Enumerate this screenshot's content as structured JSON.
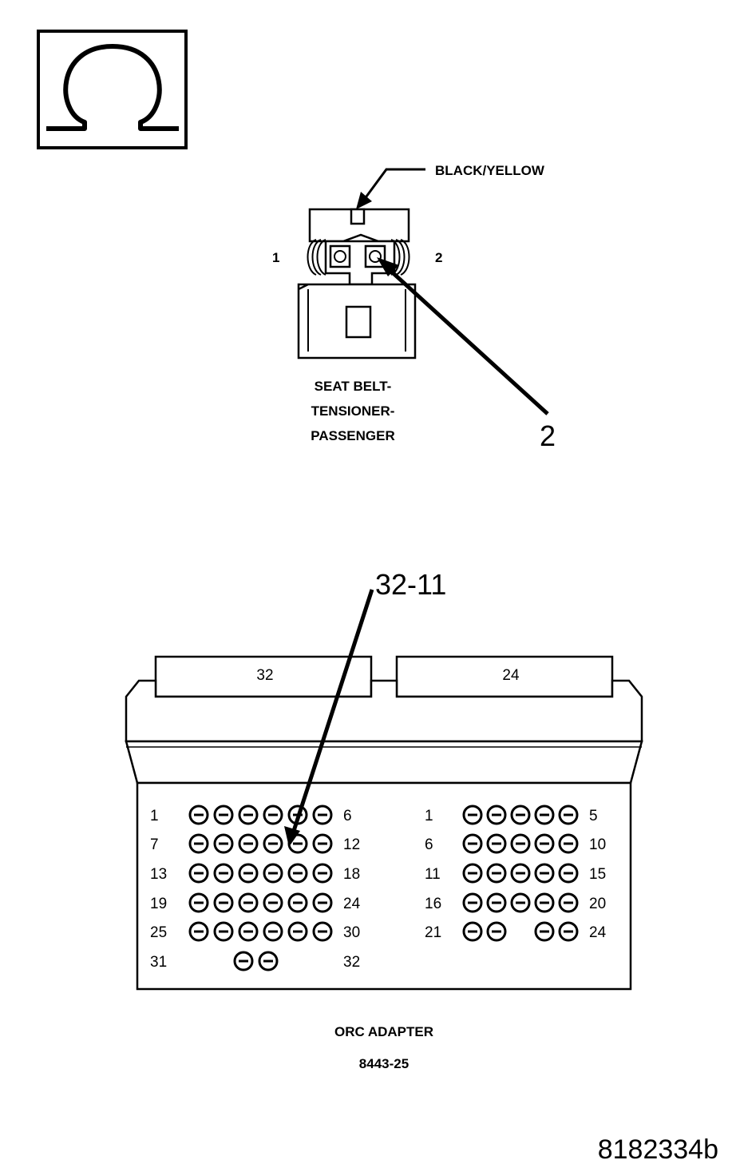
{
  "symbol": {
    "icon": "ohm-icon",
    "meaning": "Ω"
  },
  "tensioner_connector": {
    "wire_color_label": "BLACK/YELLOW",
    "pin_left_label": "1",
    "pin_right_label": "2",
    "name_lines": [
      "SEAT BELT-",
      "TENSIONER-",
      "PASSENGER"
    ],
    "callout_label": "2"
  },
  "orc_adapter": {
    "callout_label": "32-11",
    "left_header_label": "32",
    "right_header_label": "24",
    "left_block": {
      "rows": [
        {
          "start": "1",
          "end": "6",
          "pins": [
            1,
            2,
            3,
            4,
            5,
            6
          ]
        },
        {
          "start": "7",
          "end": "12",
          "pins": [
            7,
            8,
            9,
            10,
            11,
            12
          ]
        },
        {
          "start": "13",
          "end": "18",
          "pins": [
            13,
            14,
            15,
            16,
            17,
            18
          ]
        },
        {
          "start": "19",
          "end": "24",
          "pins": [
            19,
            20,
            21,
            22,
            23,
            24
          ]
        },
        {
          "start": "25",
          "end": "30",
          "pins": [
            25,
            26,
            27,
            28,
            29,
            30
          ]
        },
        {
          "start": "31",
          "end": "32",
          "pins": [
            31,
            32
          ]
        }
      ]
    },
    "right_block": {
      "rows": [
        {
          "start": "1",
          "end": "5",
          "pins": [
            1,
            2,
            3,
            4,
            5
          ]
        },
        {
          "start": "6",
          "end": "10",
          "pins": [
            6,
            7,
            8,
            9,
            10
          ]
        },
        {
          "start": "11",
          "end": "15",
          "pins": [
            11,
            12,
            13,
            14,
            15
          ]
        },
        {
          "start": "16",
          "end": "20",
          "pins": [
            16,
            17,
            18,
            19,
            20
          ]
        },
        {
          "start": "21",
          "end": "24",
          "pins": [
            21,
            22,
            23,
            24
          ]
        }
      ]
    },
    "highlighted_pin": 11,
    "name_line1": "ORC ADAPTER",
    "name_line2": "8443-25"
  },
  "figure_id": "8182334b"
}
